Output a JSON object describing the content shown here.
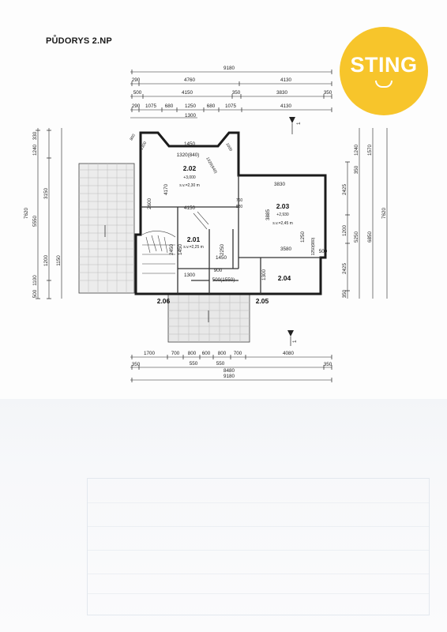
{
  "page": {
    "title": "PŮDORYS 2.NP"
  },
  "logo": {
    "text": "STING",
    "color": "#f7c52b"
  },
  "dimensions": {
    "top": {
      "overall": "9180",
      "row1": [
        "290",
        "4760",
        "4130"
      ],
      "row2": [
        "500",
        "4150",
        "350",
        "3830",
        "350"
      ],
      "row3": [
        "290",
        "1075",
        "680",
        "1250",
        "680",
        "1075",
        "4130"
      ],
      "row4": [
        "1300"
      ]
    },
    "bottom": {
      "row1": [
        "1700",
        "700",
        "800",
        "600",
        "800",
        "700",
        "4080"
      ],
      "row2": [
        "350",
        "550",
        "550",
        "8480",
        "350"
      ],
      "overall": "9180"
    },
    "left": {
      "outer": [
        "330",
        "1240",
        "5550",
        "1100",
        "500"
      ],
      "inner": [
        "3150",
        "1200",
        "1150"
      ],
      "overall": "7620"
    },
    "right": {
      "inner": [
        "2425",
        "1200",
        "2425",
        "350"
      ],
      "mid": [
        "1240",
        "350",
        "5250"
      ],
      "outer": [
        "1570",
        "6850"
      ],
      "overall": "7620"
    }
  },
  "rooms": [
    {
      "id": "2.01",
      "level": "",
      "height": "s.v.=2,25 m"
    },
    {
      "id": "2.02",
      "level": "+3,000",
      "height": "s.v.=2,30 m"
    },
    {
      "id": "2.03",
      "level": "+2,930",
      "height": "s.v.=2,45 m"
    },
    {
      "id": "2.04",
      "level": "",
      "height": ""
    },
    {
      "id": "2.05",
      "level": "",
      "height": ""
    },
    {
      "id": "2.06",
      "level": "",
      "height": ""
    }
  ],
  "interior_dims": [
    "1450",
    "1320(840)",
    "1320(840)",
    "800",
    "1300",
    "4170",
    "2600",
    "4150",
    "1000",
    "3830",
    "3885",
    "1250",
    "1250(980)",
    "3580",
    "1300",
    "500",
    "1450",
    "2250",
    "2450",
    "1450",
    "900",
    "1300",
    "500(1550)",
    "760",
    "880"
  ],
  "section_marks": [
    "1",
    "1"
  ]
}
